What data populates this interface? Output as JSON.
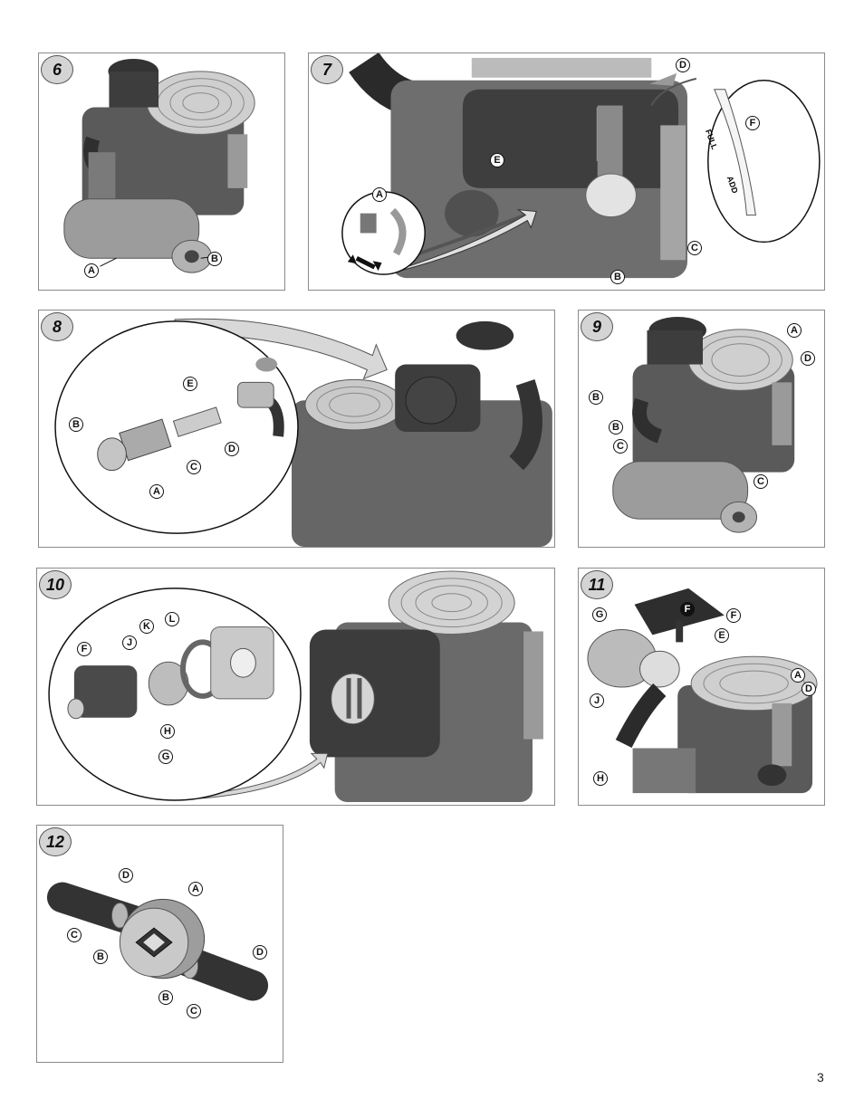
{
  "page_number": "3",
  "panels": [
    {
      "number": "6",
      "callouts": [
        "A",
        "B"
      ]
    },
    {
      "number": "7",
      "callouts": [
        "D",
        "F",
        "E",
        "A",
        "C",
        "B"
      ],
      "dipstick": {
        "full": "FULL",
        "add": "ADD"
      }
    },
    {
      "number": "8",
      "callouts": [
        "E",
        "B",
        "D",
        "C",
        "A"
      ]
    },
    {
      "number": "9",
      "callouts": [
        "A",
        "D",
        "B",
        "B",
        "C",
        "C"
      ]
    },
    {
      "number": "10",
      "callouts": [
        "K",
        "L",
        "F",
        "J",
        "H",
        "G"
      ]
    },
    {
      "number": "11",
      "callouts": [
        "F",
        "F",
        "G",
        "E",
        "A",
        "D",
        "J",
        "H"
      ]
    },
    {
      "number": "12",
      "callouts": [
        "D",
        "A",
        "C",
        "B",
        "D",
        "B",
        "C"
      ]
    }
  ]
}
